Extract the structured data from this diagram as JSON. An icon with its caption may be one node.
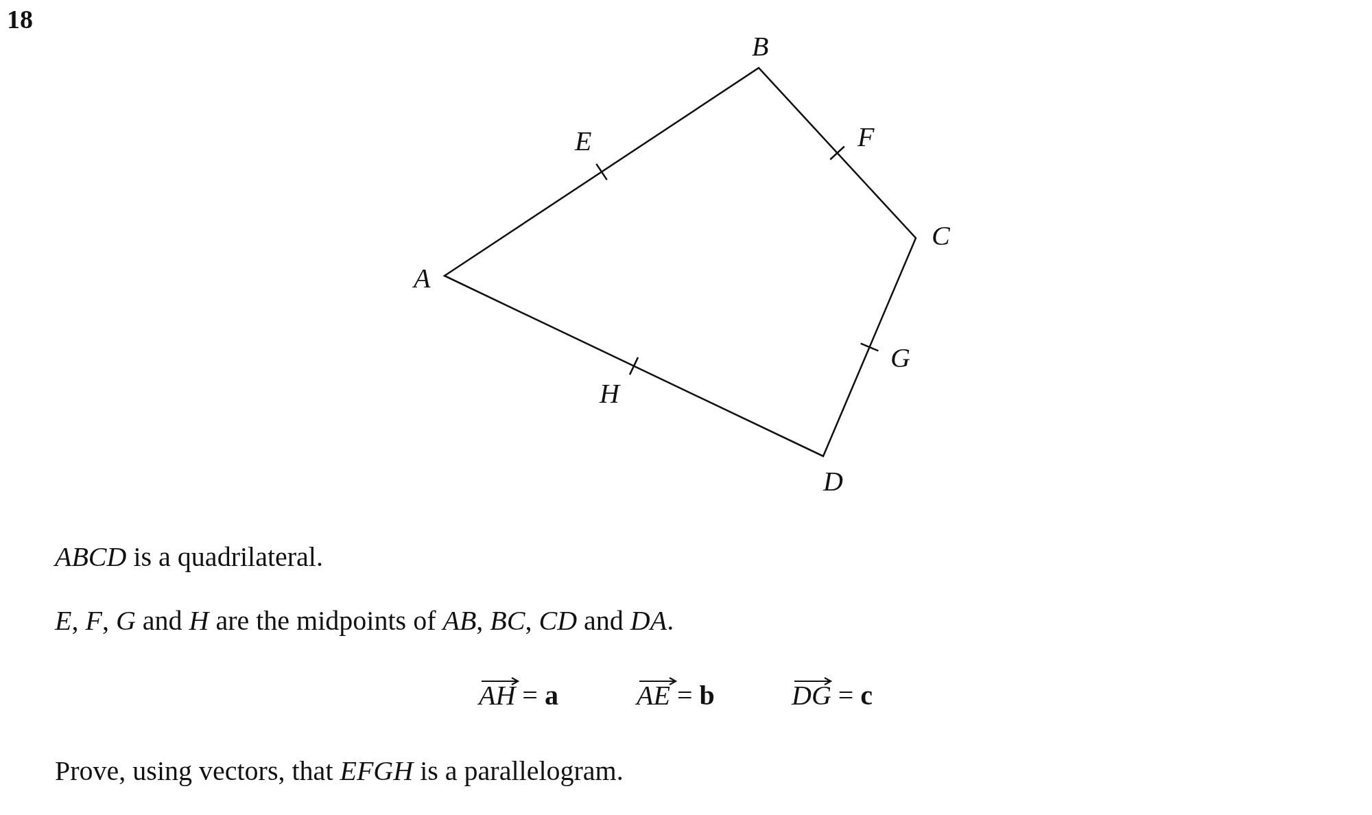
{
  "diagram": {
    "labels": [
      "18",
      "B",
      "E",
      "F",
      "C",
      "A",
      "G",
      "H",
      "D",
      "*ABCD* is a quadrilateral.",
      "*E*, *F*, *G* and *H* are the midpoints of *AB*, *BC*, *CD* and *DA*.",
      "*AH* = **a**",
      "*AE* = **b**",
      "*DG* = **c**",
      "Prove, using vectors, that *EFGH* is a parallelogram."
    ]
  }
}
